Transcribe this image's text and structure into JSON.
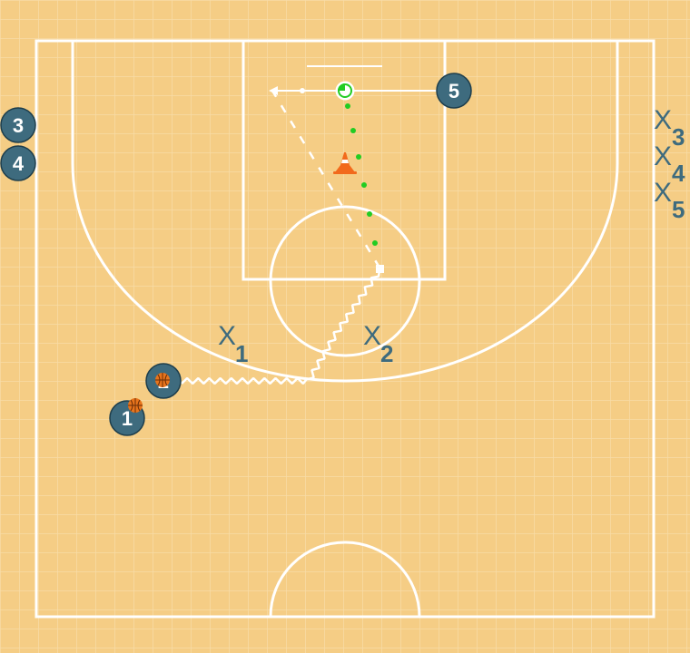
{
  "court": {
    "background": "#f5cd85",
    "grid_color": "#f8dca6",
    "line_color": "#ffffff"
  },
  "colors": {
    "offense_fill": "#3e6b7e",
    "offense_text": "#ffffff",
    "defense_text": "#3e6b7e",
    "ball_orange": "#e8741c",
    "cone_orange": "#f26a1c",
    "dribble_path": "#ffffff",
    "pass_path": "#ffffff",
    "dot_trail": "#22cc22"
  },
  "offense": {
    "p1": "1",
    "p2": "2",
    "p3": "3",
    "p4": "4",
    "p5": "5"
  },
  "defense": {
    "x1": {
      "letter": "X",
      "num": "1"
    },
    "x2": {
      "letter": "X",
      "num": "2"
    },
    "x3": {
      "letter": "X",
      "num": "3"
    },
    "x4": {
      "letter": "X",
      "num": "4"
    },
    "x5": {
      "letter": "X",
      "num": "5"
    }
  },
  "icons": {
    "ball": "basketball-icon",
    "cone": "cone-icon",
    "target": "target-icon"
  }
}
